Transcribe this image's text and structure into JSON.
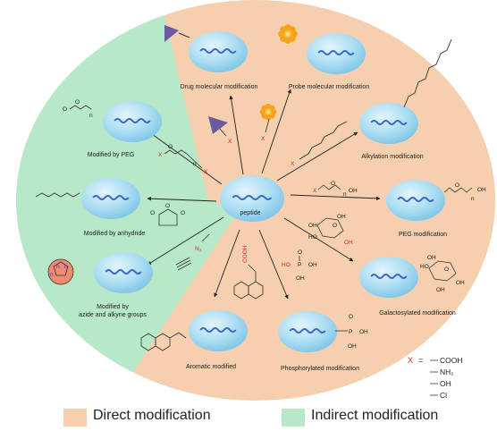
{
  "center_label": "peptide",
  "modifications": {
    "drug": "Drug molecular modification",
    "probe": "Probe molecular modification",
    "alkylation": "Alkylation modification",
    "peg_direct": "PEG modification",
    "galacto": "Galactosylated modification",
    "phospho": "Phosphorylated modification",
    "aromatic": "Aromatic modified",
    "peg_indirect": "Modified by PEG",
    "anhydride": "Modified by anhydride",
    "azide_line1": "Modified by",
    "azide_line2": "azide and alkyne groups"
  },
  "chem_text": {
    "x": "X",
    "n": "n",
    "oh": "OH",
    "o": "O",
    "ho": "HO",
    "p": "P",
    "n3": "N₃",
    "cooh": "COOH"
  },
  "x_key": {
    "x": "X",
    "eq": "=",
    "items": [
      "COOH",
      "NH₂",
      "OH",
      "Cl"
    ]
  },
  "legend": {
    "direct": "Direct modification",
    "indirect": "Indirect modification"
  },
  "colors": {
    "direct_bg": "#f6cfae",
    "indirect_bg": "#b7e8c8",
    "bubble": "#a9dcf2",
    "wave": "#3a68c8",
    "x_red": "#d9232e",
    "arrow": "#222222",
    "probe_orange": "#f7a21b",
    "drug_purple": "#6b5aa0"
  }
}
